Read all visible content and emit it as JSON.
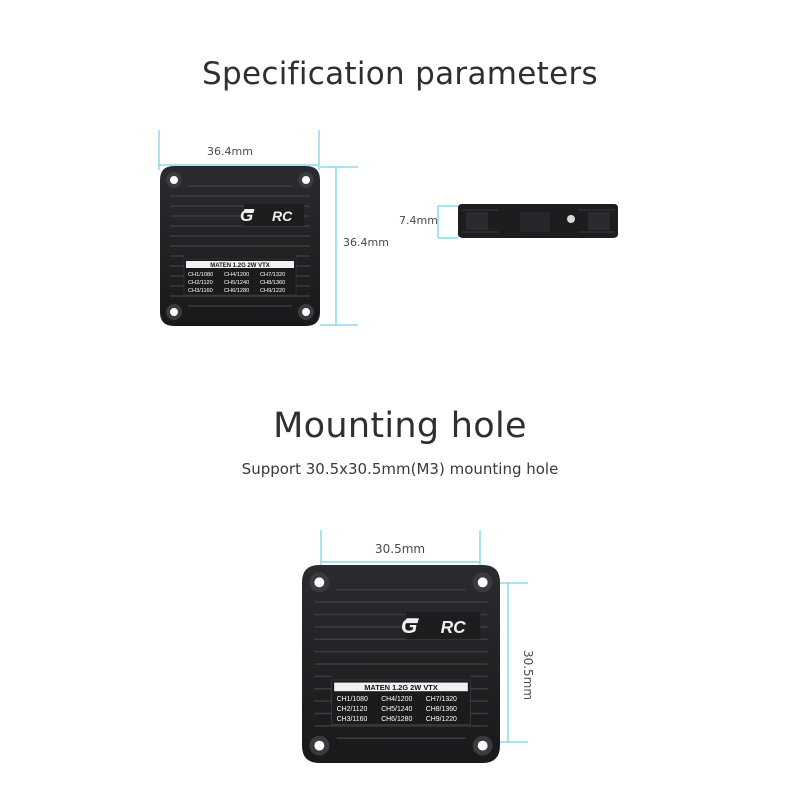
{
  "headings": {
    "spec_title": "Specification parameters",
    "mount_title": "Mounting hole",
    "mount_subtitle": "Support 30.5x30.5mm(M3) mounting hole"
  },
  "dimensions": {
    "top_width": "36.4mm",
    "top_height": "36.4mm",
    "side_thickness": "7.4mm",
    "hole_width": "30.5mm",
    "hole_height": "30.5mm"
  },
  "device": {
    "logo_left": "G",
    "logo_right": "RC",
    "label_title": "MATEN 1.2G 2W VTX",
    "channels": [
      [
        "CH1/1080",
        "CH4/1200",
        "CH7/1320"
      ],
      [
        "CH2/1120",
        "CH5/1240",
        "CH8/1360"
      ],
      [
        "CH3/1160",
        "CH6/1280",
        "CH9/1220"
      ]
    ]
  },
  "colors": {
    "annotation": "#55c8dc",
    "body": "#1e1f21",
    "text": "#2f2f2f"
  }
}
